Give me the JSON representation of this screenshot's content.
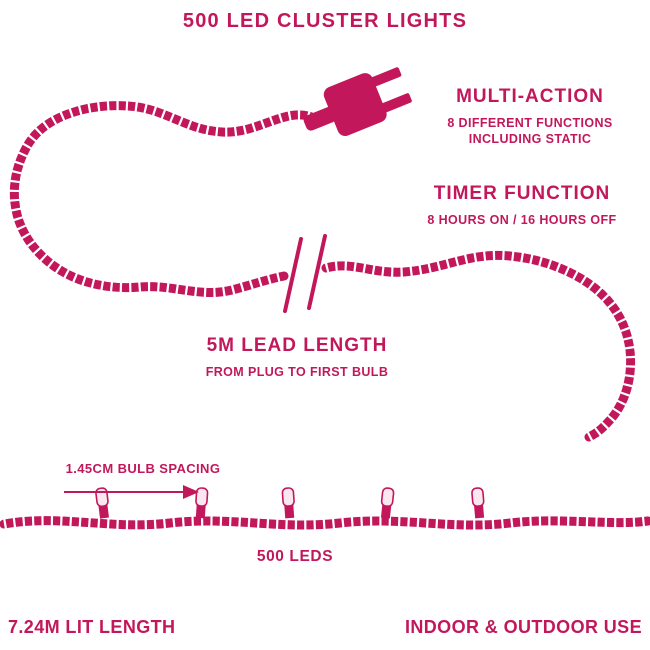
{
  "colors": {
    "accent": "#c2185b",
    "background": "#ffffff",
    "bulb_fill": "#fbe7ef"
  },
  "title": "500 LED CLUSTER LIGHTS",
  "features": {
    "multi_action": {
      "heading": "MULTI-ACTION",
      "sub1": "8 DIFFERENT FUNCTIONS",
      "sub2": "INCLUDING STATIC"
    },
    "timer": {
      "heading": "TIMER FUNCTION",
      "sub1": "8 HOURS ON / 16 HOURS OFF"
    },
    "lead_length": {
      "heading": "5M LEAD LENGTH",
      "sub1": "FROM PLUG TO FIRST BULB"
    },
    "bulb_spacing": {
      "label": "1.45CM BULB SPACING"
    },
    "leds": {
      "label": "500 LEDS"
    }
  },
  "footer": {
    "lit_length": "7.24M LIT LENGTH",
    "usage": "INDOOR & OUTDOOR USE"
  }
}
